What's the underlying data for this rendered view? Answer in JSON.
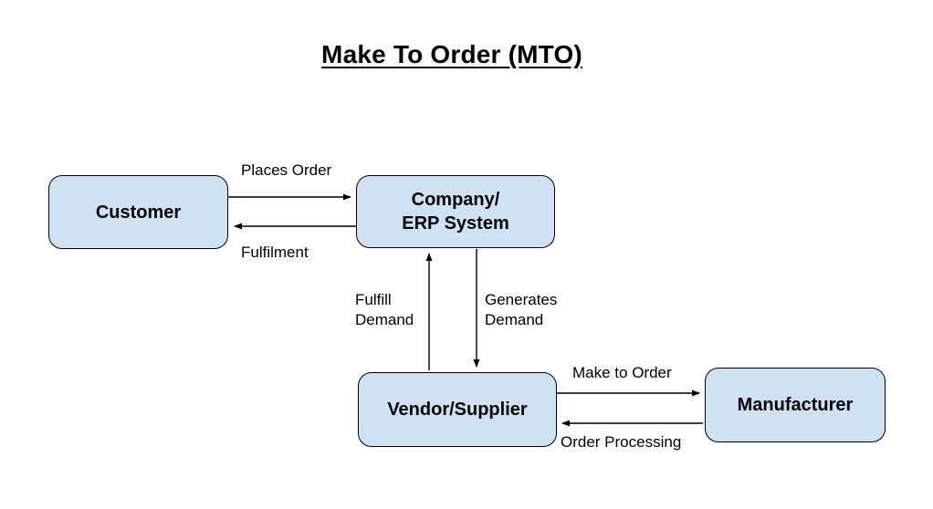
{
  "title": "Make To Order (MTO)",
  "nodes": {
    "customer": {
      "label": "Customer"
    },
    "company": {
      "label": "Company/\nERP System"
    },
    "vendor": {
      "label": "Vendor/Supplier"
    },
    "manufacturer": {
      "label": "Manufacturer"
    }
  },
  "edges": {
    "places_order": {
      "label": "Places Order",
      "from": "Customer",
      "to": "Company/ERP System"
    },
    "fulfilment": {
      "label": "Fulfilment",
      "from": "Company/ERP System",
      "to": "Customer"
    },
    "fulfill_demand": {
      "label": "Fulfill\nDemand",
      "from": "Vendor/Supplier",
      "to": "Company/ERP System"
    },
    "generates_demand": {
      "label": "Generates\nDemand",
      "from": "Company/ERP System",
      "to": "Vendor/Supplier"
    },
    "make_to_order": {
      "label": "Make to Order",
      "from": "Vendor/Supplier",
      "to": "Manufacturer"
    },
    "order_processing": {
      "label": "Order Processing",
      "from": "Manufacturer",
      "to": "Vendor/Supplier"
    }
  },
  "colors": {
    "background": "#ffffff",
    "node_fill": "#cfe2f3",
    "node_border": "#000000",
    "arrow": "#000000",
    "text": "#000000"
  }
}
